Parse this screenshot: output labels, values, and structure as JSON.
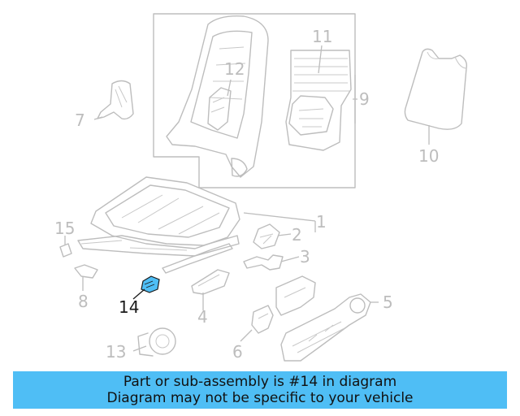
{
  "callouts": {
    "c1": "1",
    "c2": "2",
    "c3": "3",
    "c4": "4",
    "c5": "5",
    "c6": "6",
    "c7": "7",
    "c8": "8",
    "c9": "9",
    "c10": "10",
    "c11": "11",
    "c12": "12",
    "c13": "13",
    "c14": "14",
    "c15": "15"
  },
  "highlighted_part": "14",
  "colors": {
    "line": "#bdbdbd",
    "highlight_part": "#4fbef5",
    "banner_bg": "#4fbef5"
  },
  "banner": {
    "line1": "Part or sub-assembly is #14 in diagram",
    "line2": "Diagram may not be specific to your vehicle"
  }
}
